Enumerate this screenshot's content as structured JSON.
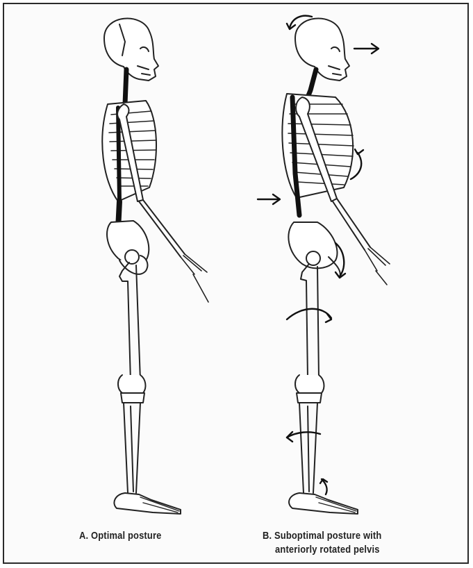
{
  "figures": [
    {
      "id": "A",
      "caption": "A. Optimal posture"
    },
    {
      "id": "B",
      "caption_line1": "B. Suboptimal posture with",
      "caption_line2": "anteriorly rotated pelvis"
    }
  ],
  "annotations": {
    "straight_arrows": [
      "head-forward-arrow",
      "lumbar-arrow"
    ],
    "curved_arrows": [
      "head-rotation-arrow",
      "chest-rotation-arrow",
      "pelvis-rotation-arrow",
      "thigh-rotation-arrow",
      "shin-rotation-arrow",
      "foot-rotation-arrow"
    ]
  },
  "colors": {
    "ink": "#222222",
    "background": "#fbfbfb",
    "border": "#2a2a2a"
  }
}
